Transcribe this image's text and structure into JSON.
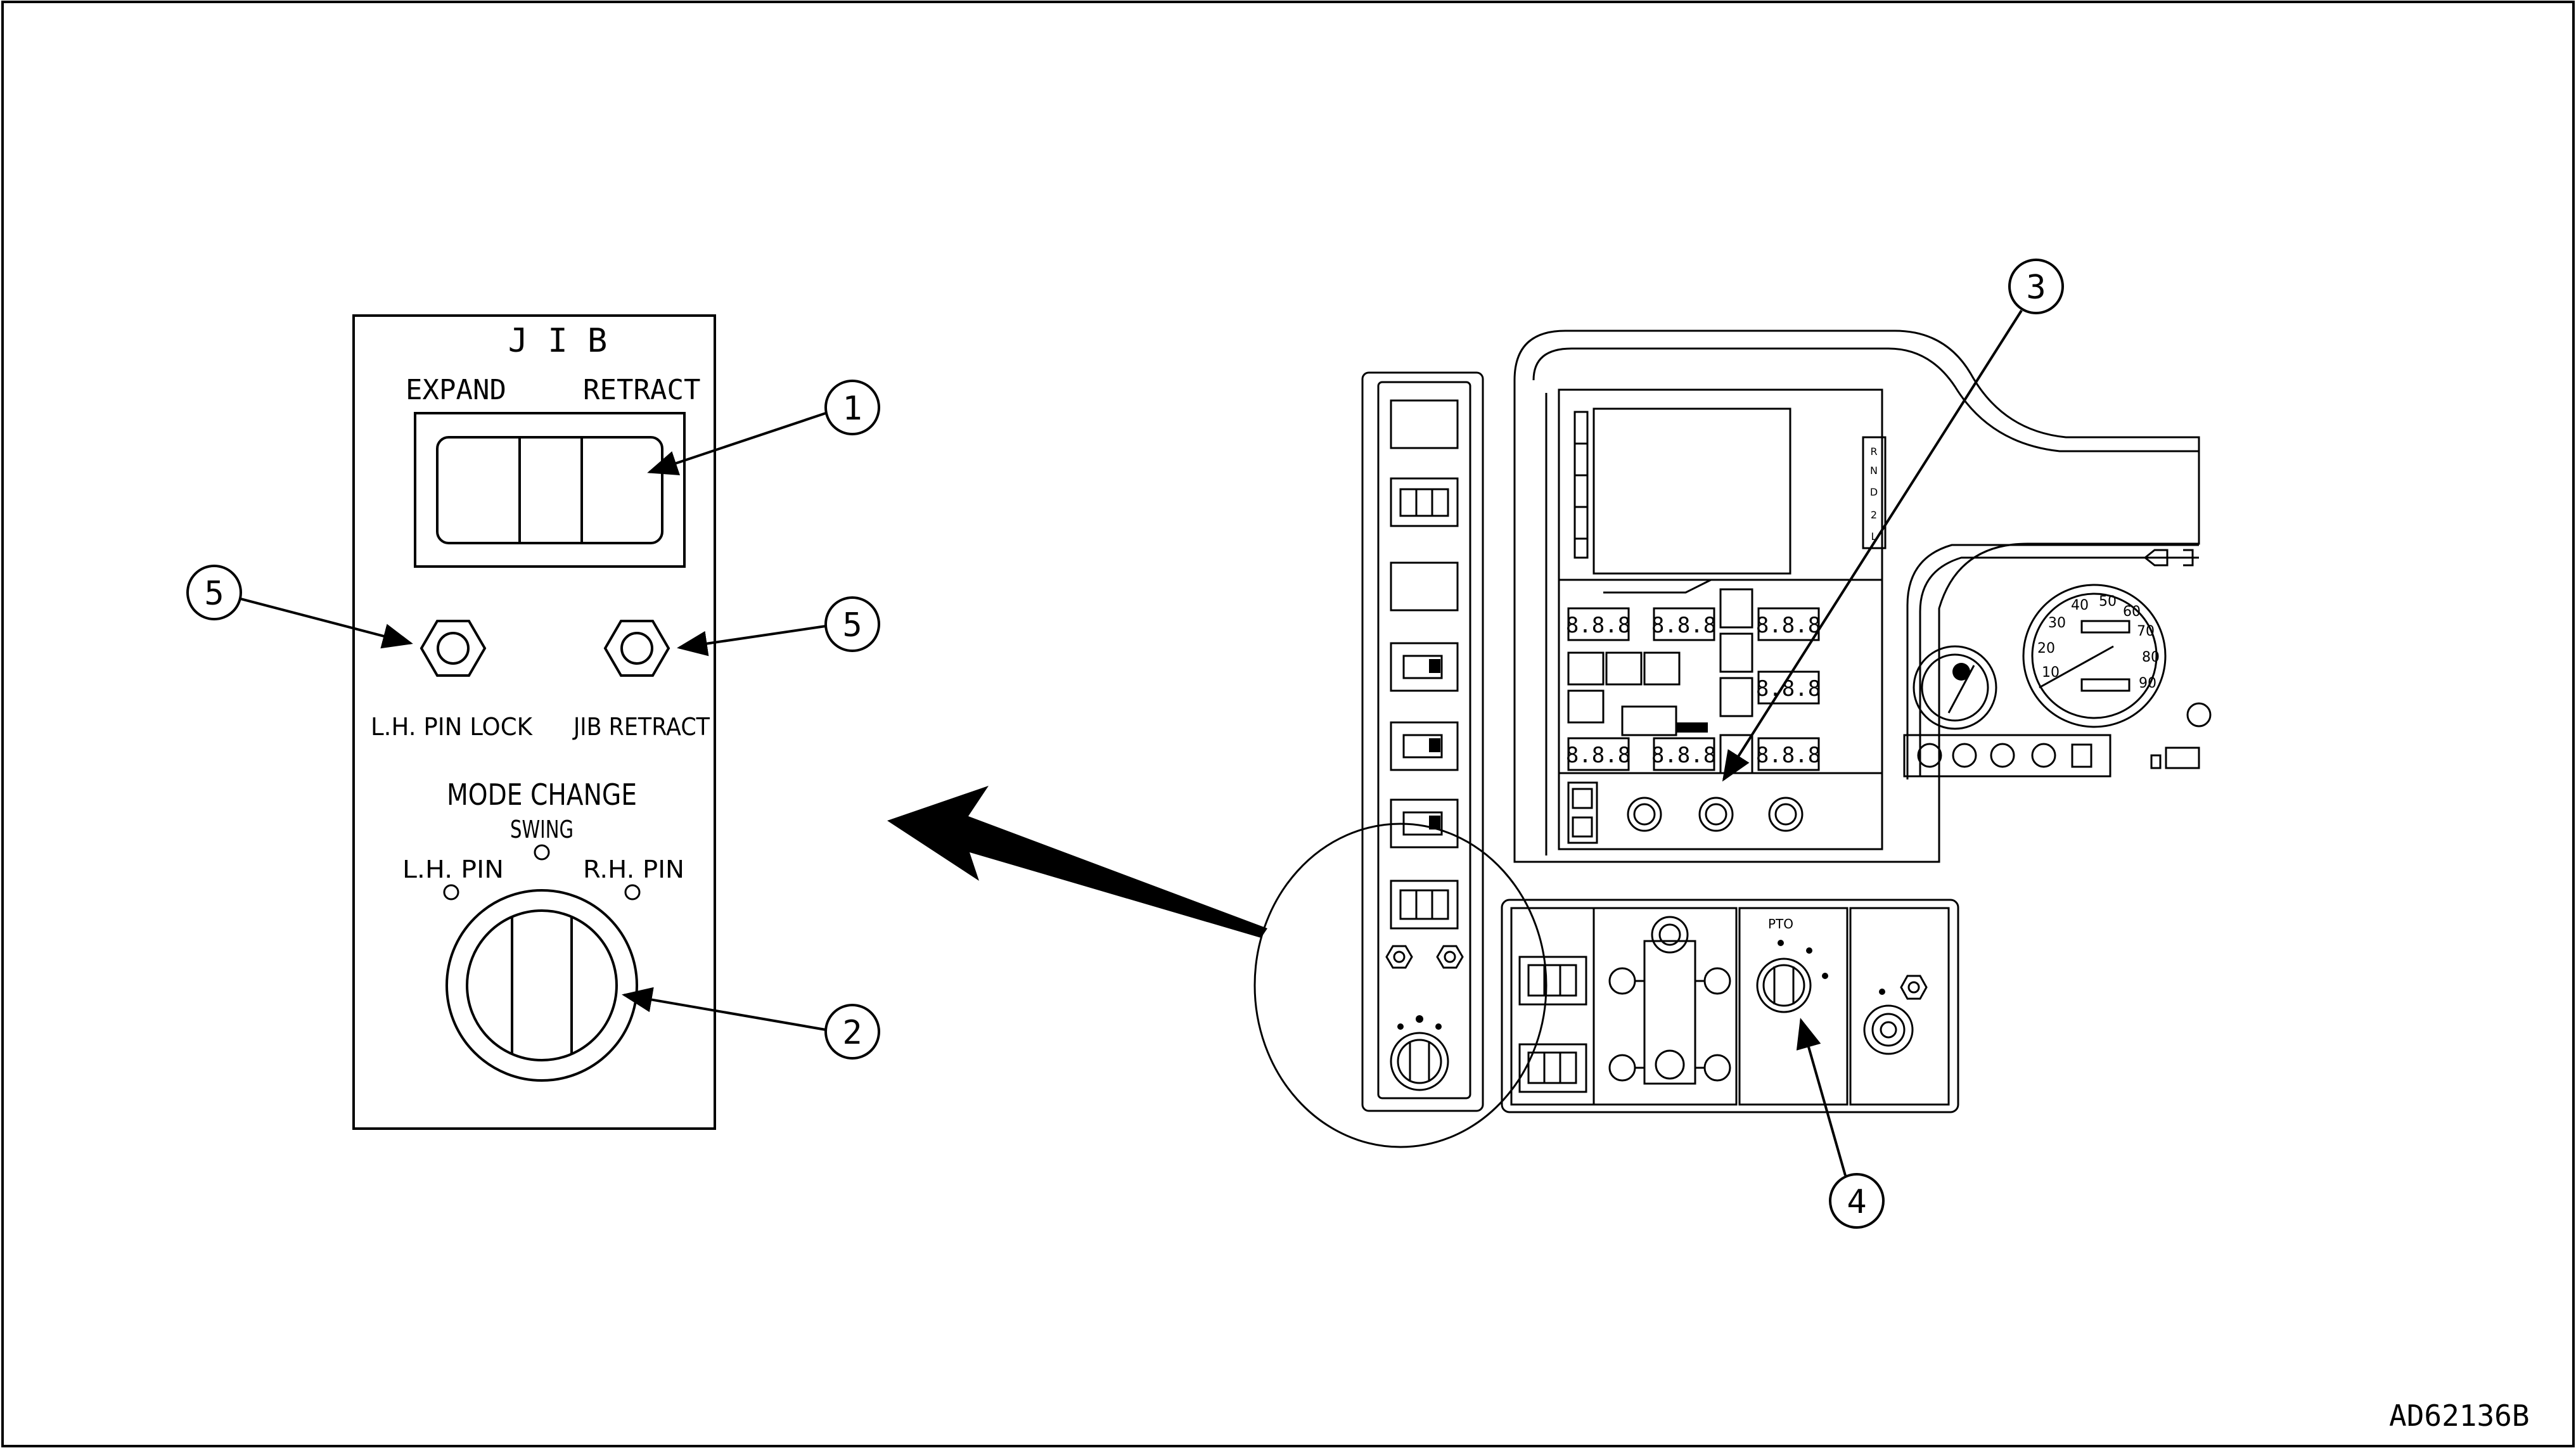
{
  "jib_panel": {
    "title": "J I B",
    "expand_label": "EXPAND",
    "retract_label": "RETRACT",
    "lh_pin_lock_label": "L.H. PIN LOCK",
    "jib_retract_label": "JIB RETRACT",
    "mode_change_label": "MODE CHANGE",
    "swing_label": "SWING",
    "lh_pin_label": "L.H. PIN",
    "rh_pin_label": "R.H. PIN"
  },
  "callouts": {
    "c1": "1",
    "c2": "2",
    "c3": "3",
    "c4": "4",
    "c5_left": "5",
    "c5_right": "5"
  },
  "dashboard": {
    "pto_label": "PTO",
    "gear_selector": [
      "R",
      "N",
      "D",
      "2",
      "L"
    ],
    "speed_ticks": [
      "10",
      "20",
      "30",
      "40",
      "50",
      "60",
      "70",
      "80",
      "90"
    ],
    "seg_display": "8.8.8"
  },
  "figure_id": "AD62136B"
}
